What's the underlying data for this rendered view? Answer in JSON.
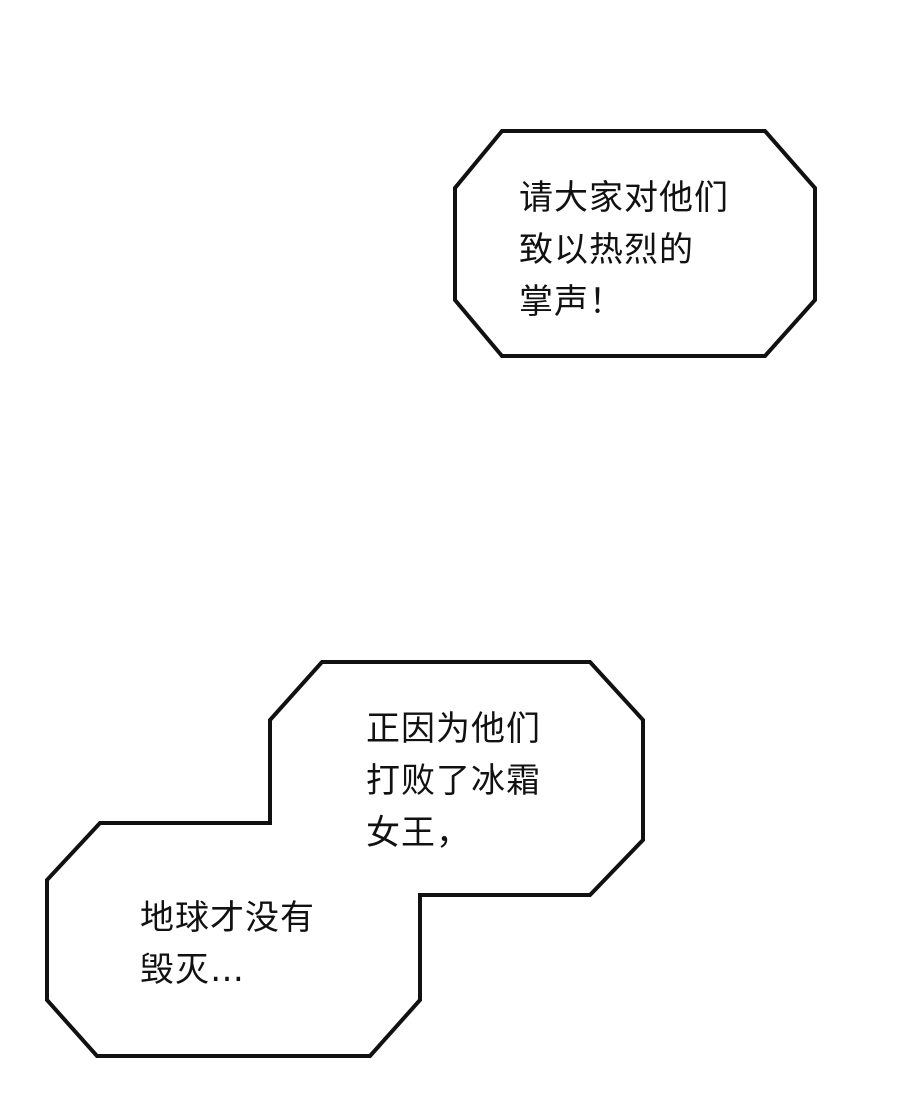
{
  "colors": {
    "background": "#ffffff",
    "bubble_fill": "#ffffff",
    "bubble_outline": "#111111",
    "text": "#111111"
  },
  "bubble_top": {
    "lines": [
      "请大家对他们",
      "致以热烈的",
      "掌声！"
    ]
  },
  "bubble_bottom_upper": {
    "lines": [
      "正因为他们",
      "打败了冰霜",
      "女王，"
    ]
  },
  "bubble_bottom_lower": {
    "lines": [
      "地球才没有",
      "毁灭…"
    ]
  }
}
